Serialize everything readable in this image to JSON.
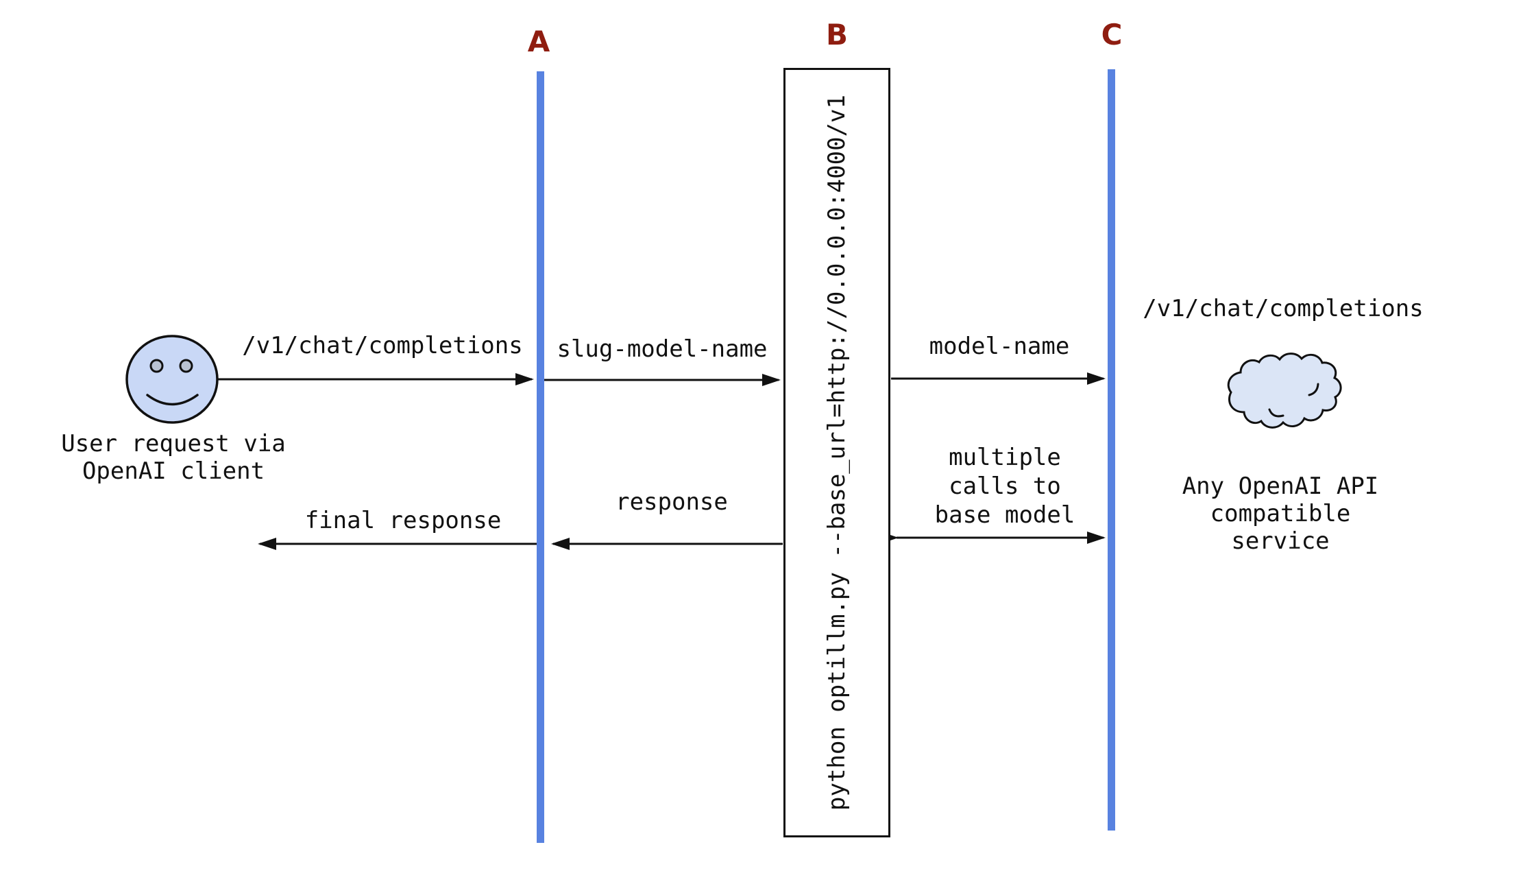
{
  "diagram": {
    "lifelines": {
      "a_label": "A",
      "b_label": "B",
      "c_label": "C"
    },
    "proxy": {
      "command": "python optillm.py --base_url=http://0.0.0.0:4000/v1"
    },
    "user_actor": {
      "caption": "User request via\nOpenAI client"
    },
    "service_actor": {
      "endpoint": "/v1/chat/completions",
      "caption": "Any OpenAI API\ncompatible service"
    },
    "messages": {
      "request": "/v1/chat/completions",
      "slug": "slug-model-name",
      "model": "model-name",
      "response": "response",
      "final_response": "final response",
      "multiple_calls": "multiple\ncalls to\nbase model"
    },
    "colors": {
      "lifeline_blue": "#5882e0",
      "label_maroon": "#8f1d10",
      "face_fill": "#c9d8f6",
      "eye_fill": "#b9c2d2",
      "cloud_fill": "#dbe5f6",
      "line_black": "#111111"
    }
  }
}
